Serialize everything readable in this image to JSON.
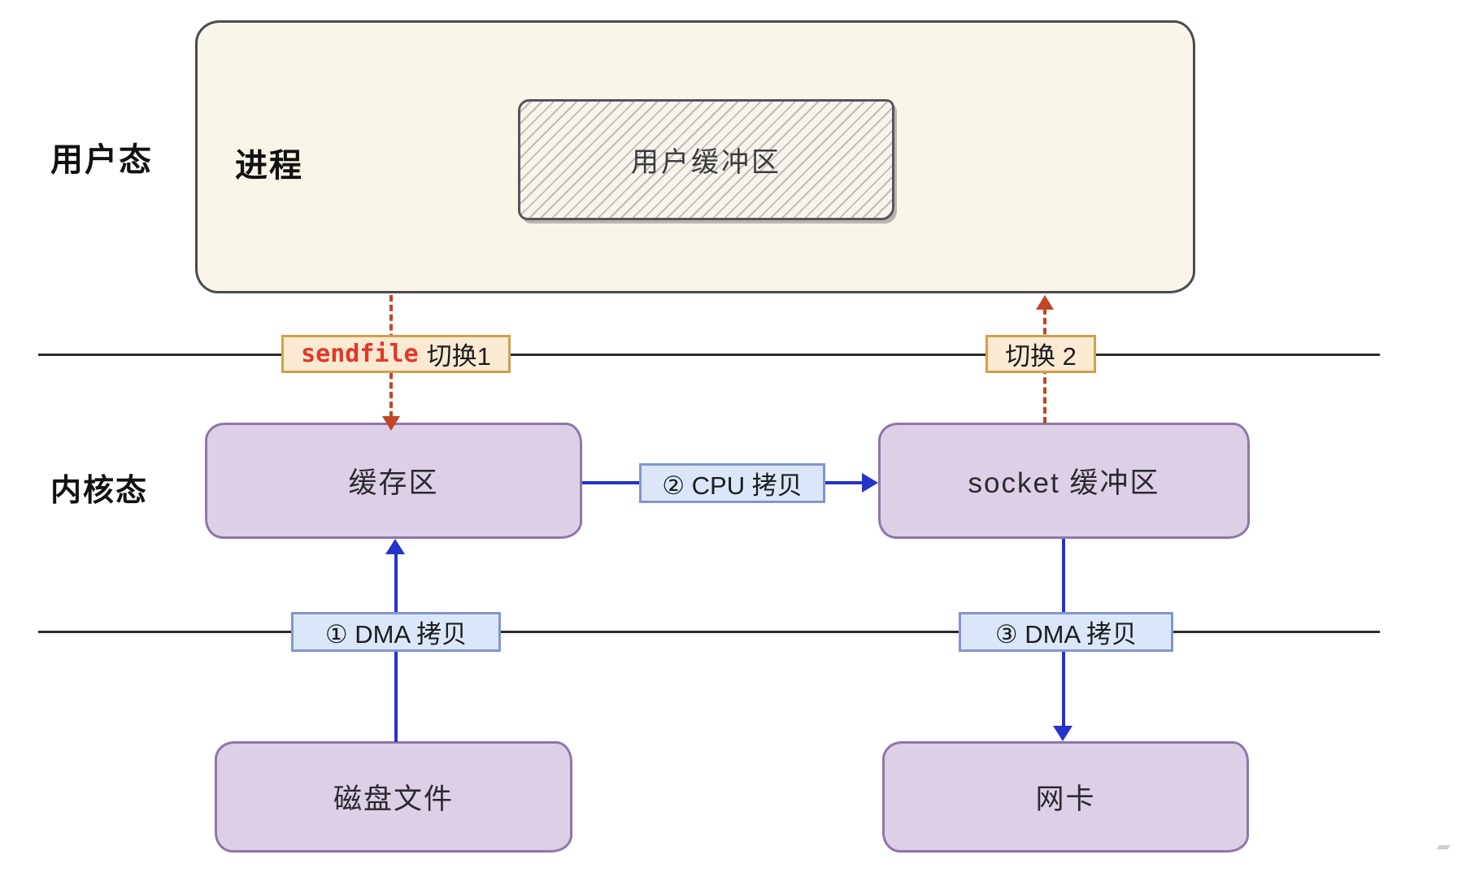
{
  "labels": {
    "user_mode": "用户态",
    "kernel_mode": "内核态",
    "process": "进程"
  },
  "boxes": {
    "user_buffer": "用户缓冲区",
    "kernel_buffer": "缓存区",
    "socket_buffer": "socket 缓冲区",
    "disk_file": "磁盘文件",
    "nic": "网卡"
  },
  "badges": {
    "sendfile_code": "sendfile",
    "sendfile_switch": "切换1",
    "switch_2": "切换 2",
    "cpu_copy": "② CPU 拷贝",
    "dma_copy_1": "① DMA 拷贝",
    "dma_copy_3": "③ DMA 拷贝"
  },
  "colors": {
    "process_fill": "#faf5e9",
    "purple_fill": "#ddd0e6",
    "purple_border": "#9076aa",
    "badge_orange_fill": "#fbead2",
    "badge_orange_border": "#cfa14c",
    "badge_blue_fill": "#dbe7f8",
    "badge_blue_border": "#8296ce",
    "sendfile_red": "#e2382a",
    "red_dashed_arrow": "#c14527",
    "blue_arrow": "#2533cb",
    "boundary_line": "#2c2c2e"
  }
}
